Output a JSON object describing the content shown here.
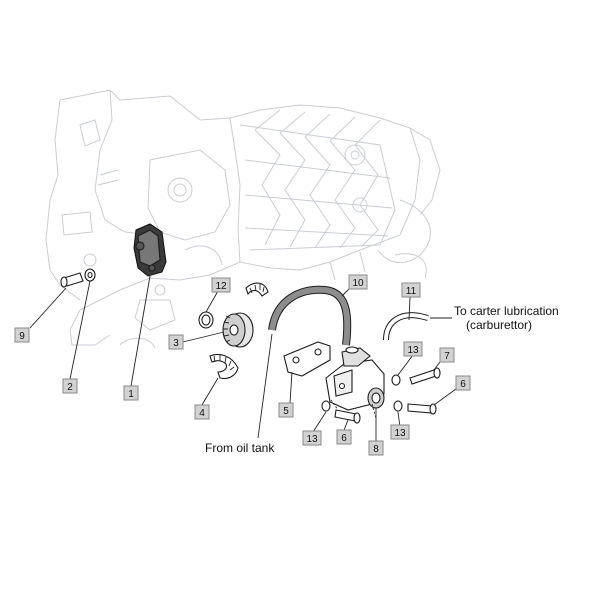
{
  "callouts": [
    {
      "id": "c1",
      "label": "1"
    },
    {
      "id": "c2",
      "label": "2"
    },
    {
      "id": "c3",
      "label": "3"
    },
    {
      "id": "c4",
      "label": "4"
    },
    {
      "id": "c5",
      "label": "5"
    },
    {
      "id": "c6a",
      "label": "6"
    },
    {
      "id": "c6b",
      "label": "6"
    },
    {
      "id": "c7",
      "label": "7"
    },
    {
      "id": "c8",
      "label": "8"
    },
    {
      "id": "c9",
      "label": "9"
    },
    {
      "id": "c10",
      "label": "10"
    },
    {
      "id": "c11",
      "label": "11"
    },
    {
      "id": "c12",
      "label": "12"
    },
    {
      "id": "c13a",
      "label": "13"
    },
    {
      "id": "c13b",
      "label": "13"
    },
    {
      "id": "c13c",
      "label": "13"
    }
  ],
  "notes": {
    "carter_line1": "To carter lubrication",
    "carter_line2": "(carburettor)",
    "oil_tank": "From oil tank"
  }
}
